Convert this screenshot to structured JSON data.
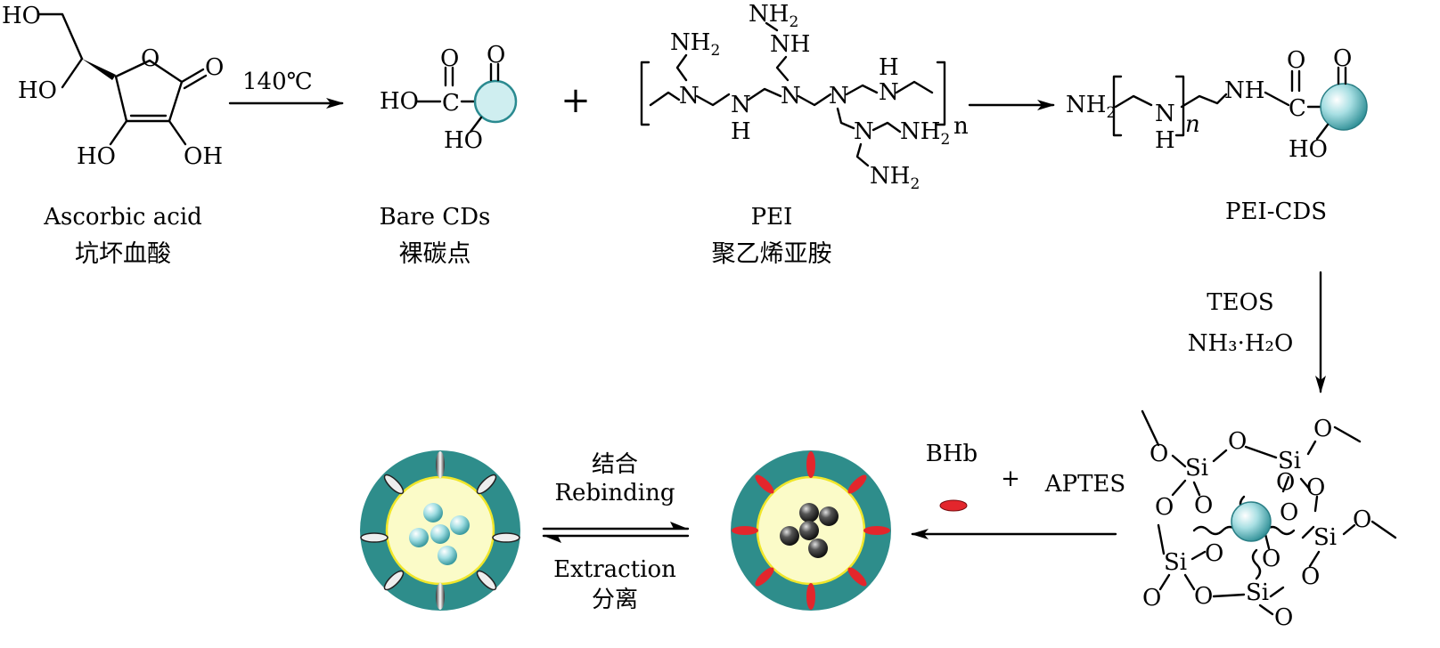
{
  "labels": {
    "ascorbic_en": "Ascorbic acid",
    "ascorbic_cn": "坑坏血酸",
    "bare_en": "Bare CDs",
    "bare_cn": "裸碳点",
    "pei_en": "PEI",
    "pei_cn": "聚乙烯亚胺",
    "peicds_en": "PEI-CDS",
    "temp": "140℃",
    "plus": "+",
    "teos": "TEOS",
    "ammonia": "NH₃·H₂O",
    "bhb": "BHb",
    "plus_small": "+",
    "aptes": "APTES",
    "rebind_cn": "结合",
    "rebind_en": "Rebinding",
    "extract_en": "Extraction",
    "extract_cn": "分离"
  },
  "atoms": {
    "ho": "HO",
    "oh": "OH",
    "o": "O",
    "c": "C",
    "n": "N",
    "h": "H",
    "nh": "NH",
    "nh2": "NH",
    "two": "2",
    "n_sub": "n",
    "si": "Si"
  },
  "colors": {
    "cd_fill": "#cfeef0",
    "cd_stroke": "#2a8a90",
    "shell": "#2e8d8b",
    "core": "#fbfbc8",
    "core_ring": "#f0e62a",
    "template_red": "#e3262c",
    "template_white": "#f2f2f2",
    "dark_sphere": "#222222",
    "light_sphere": "#a9e3e7"
  }
}
